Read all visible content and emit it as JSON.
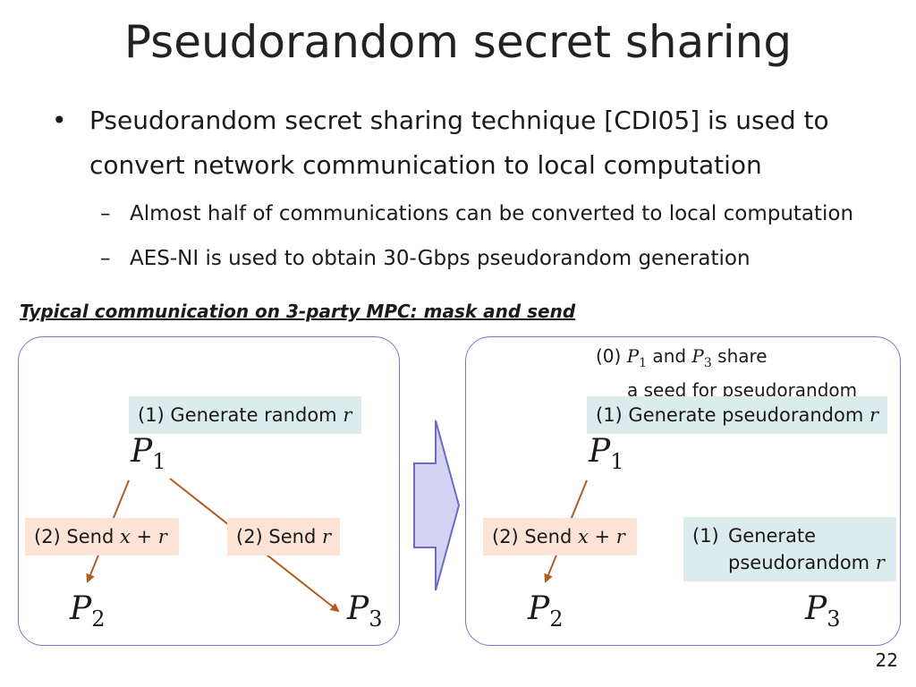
{
  "slide": {
    "title": "Pseudorandom secret sharing",
    "bullet": {
      "line1": "Pseudorandom secret sharing technique [CDI05] is used to",
      "line2": "convert network communication to local computation"
    },
    "subbullets": [
      "Almost half of communications can be converted to local computation",
      "AES-NI is used to obtain 30-Gbps pseudorandom generation"
    ],
    "caption": "Typical communication on 3-party MPC: mask and send",
    "page_number": "22"
  },
  "left_panel": {
    "generate_text": "(1) Generate random ",
    "generate_var": "r",
    "send_left_text": "(2) Send ",
    "send_left_expr": "x + r",
    "send_right_text": "(2) Send ",
    "send_right_var": "r",
    "parties": [
      "P",
      "P",
      "P"
    ],
    "party_subs": [
      "1",
      "2",
      "3"
    ]
  },
  "right_panel": {
    "note_prefix": "(0) ",
    "note_p1": "P",
    "note_p1_sub": "1",
    "note_and": " and ",
    "note_p3": "P",
    "note_p3_sub": "3",
    "note_share": " share",
    "note_line2": "a seed for pseudorandom",
    "generate_text": "(1) Generate pseudorandom ",
    "generate_var": "r",
    "send_text": "(2) Send ",
    "send_expr": "x + r",
    "p3_gen_num": "(1)",
    "p3_gen_line1": "Generate",
    "p3_gen_line2": "pseudorandom ",
    "p3_gen_var": "r",
    "parties": [
      "P",
      "P",
      "P"
    ],
    "party_subs": [
      "1",
      "2",
      "3"
    ]
  },
  "colors": {
    "panel_border": "#7b75c9",
    "arrow_fill": "#d4d3f4",
    "arrow_stroke": "#6e6ac6",
    "edge_color": "#b35a1f",
    "blue_box": "#dcebec",
    "orange_box": "#fce3d6"
  }
}
